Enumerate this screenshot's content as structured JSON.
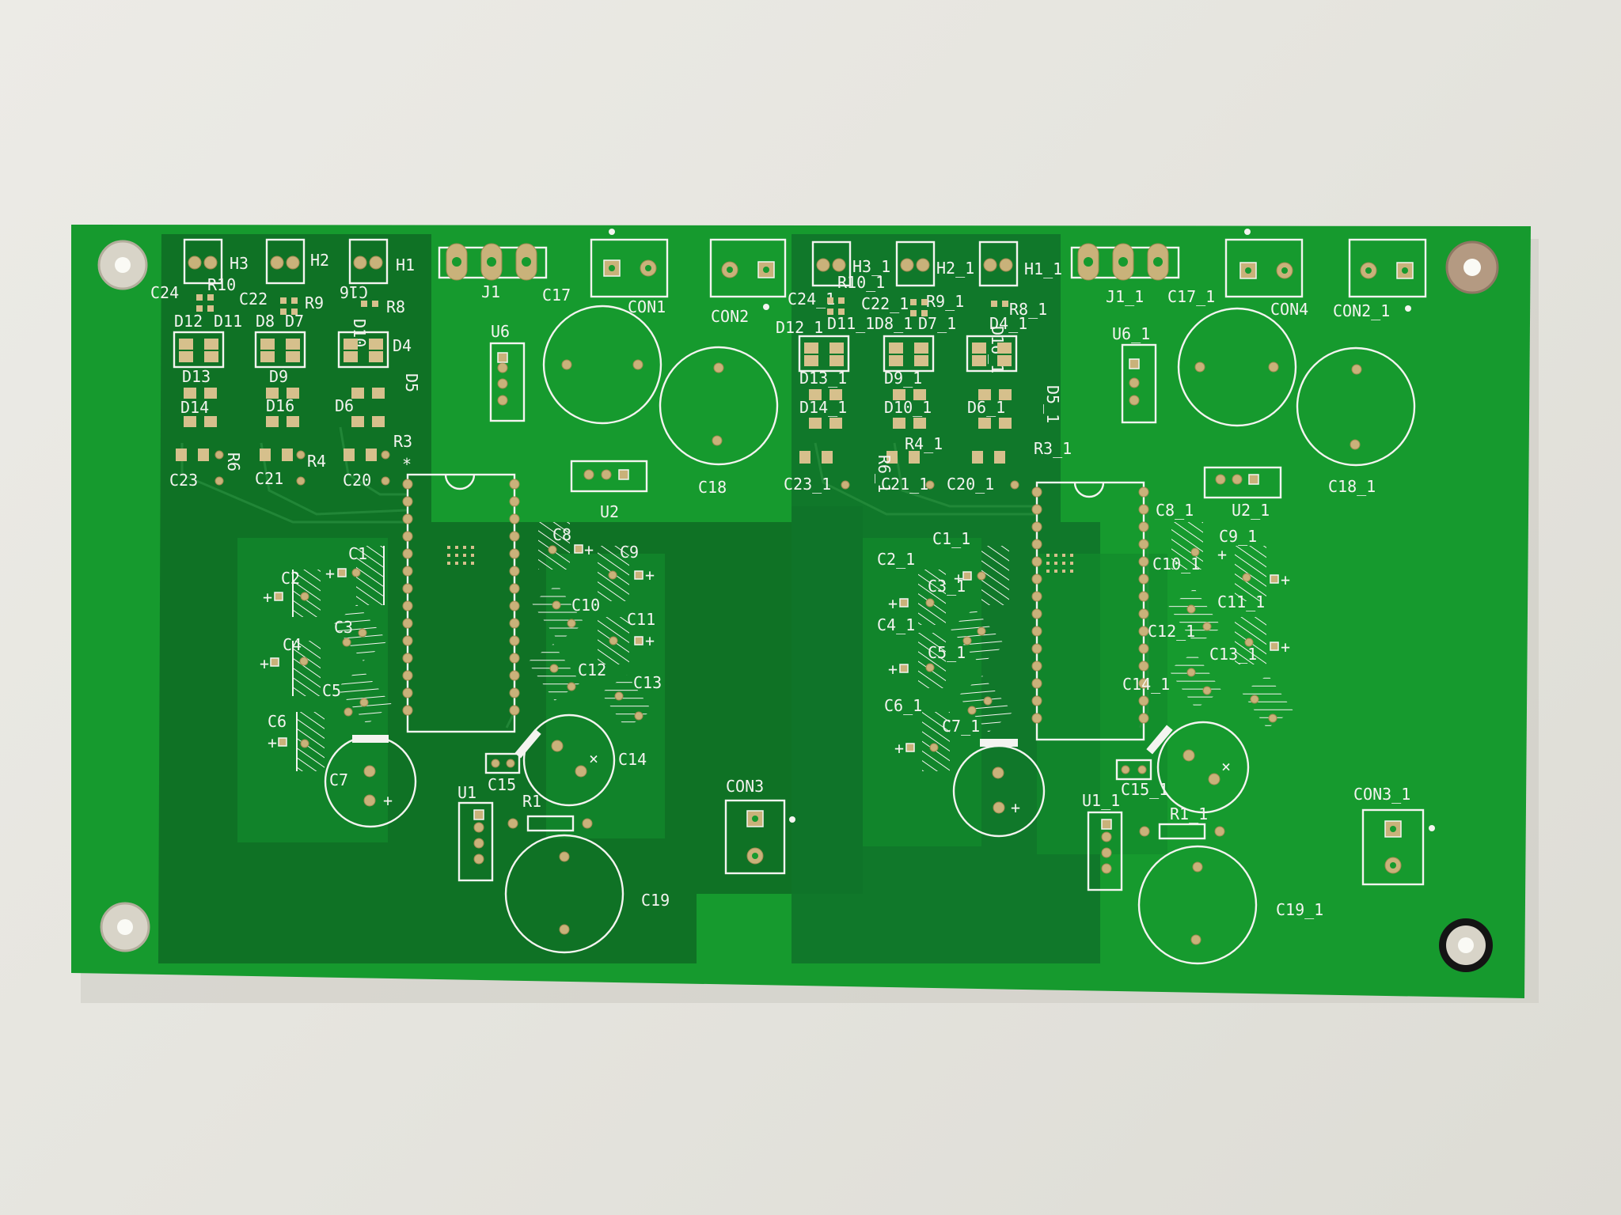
{
  "board": {
    "colors": {
      "background": "#e8e7e1",
      "soldermask": "#169a2e",
      "pour": "#0e6a22",
      "silkscreen": "#f4f4f0",
      "pad": "#c9b27a"
    },
    "headers": [
      "H3",
      "H2",
      "H1",
      "H3_1",
      "H2_1",
      "H1_1"
    ],
    "labels_left": {
      "C24": "C24",
      "R10": "R10",
      "C22": "C22",
      "R9": "R9",
      "C16": "C16",
      "R8": "R8",
      "D12": "D12",
      "D11": "D11",
      "D8": "D8",
      "D7": "D7",
      "D10": "D10",
      "D4": "D4",
      "D13": "D13",
      "D9": "D9",
      "D5": "D5",
      "D14": "D14",
      "D16": "D16",
      "D6": "D6",
      "R3": "R3",
      "R6": "R6",
      "R4": "R4",
      "C23": "C23",
      "C21": "C21",
      "C20": "C20",
      "J1": "J1",
      "C17": "C17",
      "CON1": "CON1",
      "CON2": "CON2",
      "U6": "U6",
      "U2": "U2",
      "C18": "C18",
      "C2": "C2",
      "C1": "C1",
      "C3": "C3",
      "C4": "C4",
      "C5": "C5",
      "C6": "C6",
      "C7": "C7",
      "C8": "C8",
      "C9": "C9",
      "C10": "C10",
      "C11": "C11",
      "C12": "C12",
      "C13": "C13",
      "C14": "C14",
      "C15": "C15",
      "U1": "U1",
      "R1": "R1",
      "C19": "C19",
      "CON3": "CON3"
    },
    "labels_right": {
      "C24_1": "C24_1",
      "R10_1": "R10_1",
      "C22_1": "C22_1",
      "R9_1": "R9_1",
      "R8_1": "R8_1",
      "D12_1": "D12_1",
      "D11_1": "D11_1",
      "D8_1": "D8_1",
      "D7_1": "D7_1",
      "D16_1": "D16_1",
      "D4_1": "D4_1",
      "D13_1": "D13_1",
      "D9_1": "D9_1",
      "D5_1": "D5_1",
      "D14_1": "D14_1",
      "D10_1": "D10_1",
      "D6_1": "D6_1",
      "R6_1": "R6_1",
      "R4_1": "R4_1",
      "R3_1": "R3_1",
      "C23_1": "C23_1",
      "C21_1": "C21_1",
      "C20_1": "C20_1",
      "J1_1": "J1_1",
      "C17_1": "C17_1",
      "CON4": "CON4",
      "CON2_1": "CON2_1",
      "U6_1": "U6_1",
      "U2_1": "U2_1",
      "C18_1": "C18_1",
      "C1_1": "C1_1",
      "C2_1": "C2_1",
      "C3_1": "C3_1",
      "C4_1": "C4_1",
      "C5_1": "C5_1",
      "C6_1": "C6_1",
      "C7_1": "C7_1",
      "C8_1": "C8_1",
      "C9_1": "C9_1",
      "C10_1": "C10_1",
      "C11_1": "C11_1",
      "C12_1": "C12_1",
      "C13_1": "C13_1",
      "C14_1": "C14_1",
      "C15_1": "C15_1",
      "U1_1": "U1_1",
      "R1_1": "R1_1",
      "C19_1": "C19_1",
      "CON3_1": "CON3_1"
    },
    "markers": {
      "plus": "+",
      "cross": "×",
      "star": "*"
    }
  }
}
